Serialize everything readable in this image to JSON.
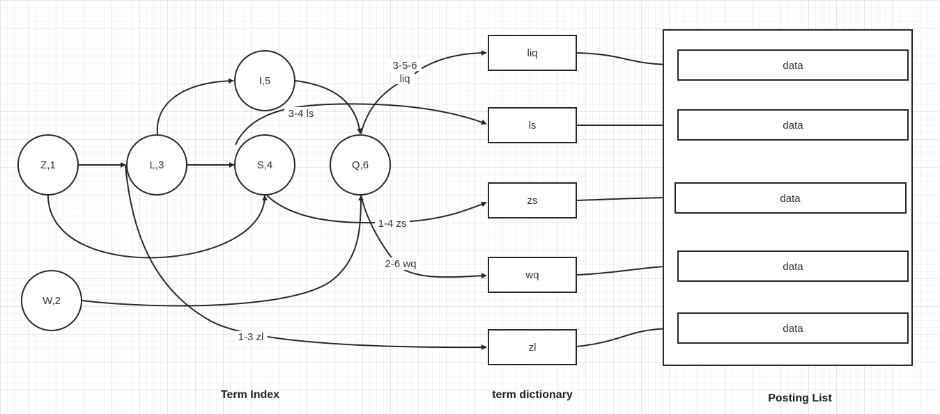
{
  "sections": {
    "term_index": "Term Index",
    "term_dictionary": "term dictionary",
    "posting_list": "Posting List"
  },
  "term_index_nodes": [
    {
      "id": "z1",
      "label": "Z,1"
    },
    {
      "id": "l3",
      "label": "L,3"
    },
    {
      "id": "i5",
      "label": "I,5"
    },
    {
      "id": "s4",
      "label": "S,4"
    },
    {
      "id": "q6",
      "label": "Q,6"
    },
    {
      "id": "w2",
      "label": "W,2"
    }
  ],
  "edge_labels": {
    "liq_path_line1": "3-5-6",
    "liq_path_line2": "liq",
    "ls_path": "3-4 ls",
    "zs_path": "1-4 zs",
    "wq_path": "2-6 wq",
    "zl_path": "1-3 zl"
  },
  "dictionary_terms": [
    "liq",
    "ls",
    "zs",
    "wq",
    "zl"
  ],
  "postings": [
    "data",
    "data",
    "data",
    "data",
    "data"
  ],
  "colors": {
    "stroke": "#262626",
    "node_fill": "#ffffff",
    "text": "#333333"
  }
}
